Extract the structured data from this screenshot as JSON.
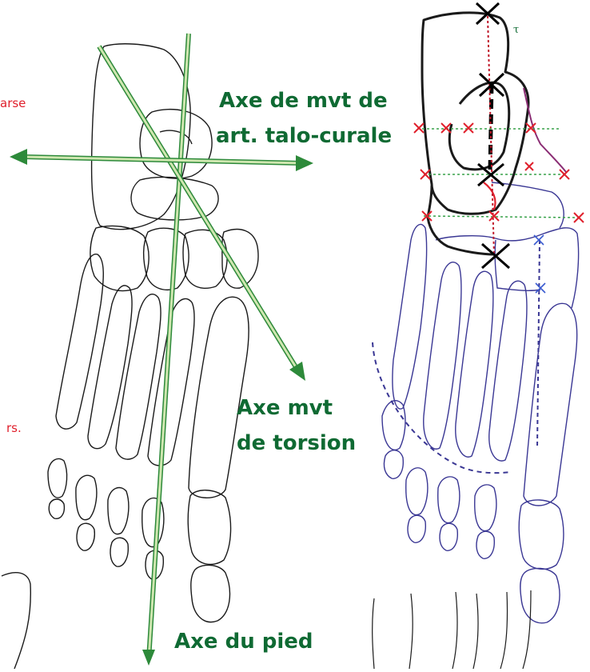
{
  "labels": {
    "axe_talo_line1": "Axe de mvt de",
    "axe_talo_line2": "art. talo-curale",
    "axe_torsion_line1": "Axe mvt",
    "axe_torsion_line2": "de torsion",
    "axe_pied": "Axe du pied",
    "cut_left_top": "arse",
    "cut_left_mid": "rs.",
    "tau": "τ"
  },
  "colors": {
    "axis_green": "#2d8a3a",
    "axis_fill": "#cfe7b0",
    "label_green": "#0f6a33",
    "red_marks": "#e0202c",
    "blue_bones": "#3a3794",
    "outline": "#1a1a1a"
  }
}
